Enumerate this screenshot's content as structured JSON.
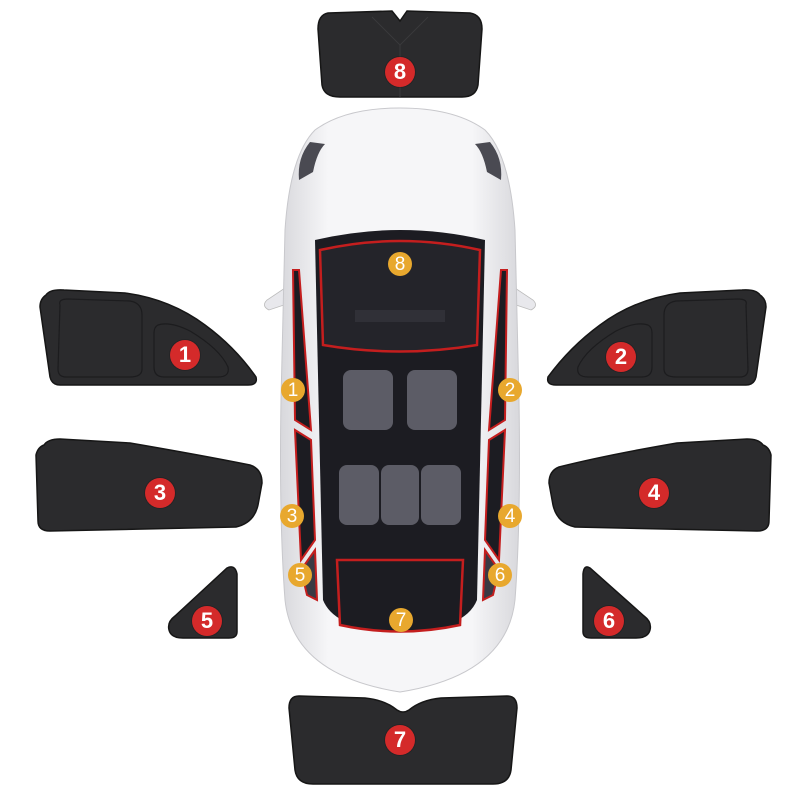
{
  "product": {
    "description": "Car window sunshade set diagram (top view)",
    "colors": {
      "shade": "#2b2b2d",
      "shade_edge": "#1a1a1a",
      "badge_red": "#d42a2a",
      "marker_orange": "#e8a82e",
      "outline_red": "#c41e1e",
      "car_body": "#f2f2f4"
    }
  },
  "shades": [
    {
      "id": "8",
      "label": "8",
      "part": "front-windshield"
    },
    {
      "id": "1",
      "label": "1",
      "part": "front-left-door-window"
    },
    {
      "id": "2",
      "label": "2",
      "part": "front-right-door-window"
    },
    {
      "id": "3",
      "label": "3",
      "part": "rear-left-door-window"
    },
    {
      "id": "4",
      "label": "4",
      "part": "rear-right-door-window"
    },
    {
      "id": "5",
      "label": "5",
      "part": "rear-left-quarter-window"
    },
    {
      "id": "6",
      "label": "6",
      "part": "rear-right-quarter-window"
    },
    {
      "id": "7",
      "label": "7",
      "part": "rear-windshield"
    }
  ],
  "car_markers": [
    {
      "label": "8"
    },
    {
      "label": "1"
    },
    {
      "label": "2"
    },
    {
      "label": "3"
    },
    {
      "label": "4"
    },
    {
      "label": "5"
    },
    {
      "label": "6"
    },
    {
      "label": "7"
    }
  ]
}
